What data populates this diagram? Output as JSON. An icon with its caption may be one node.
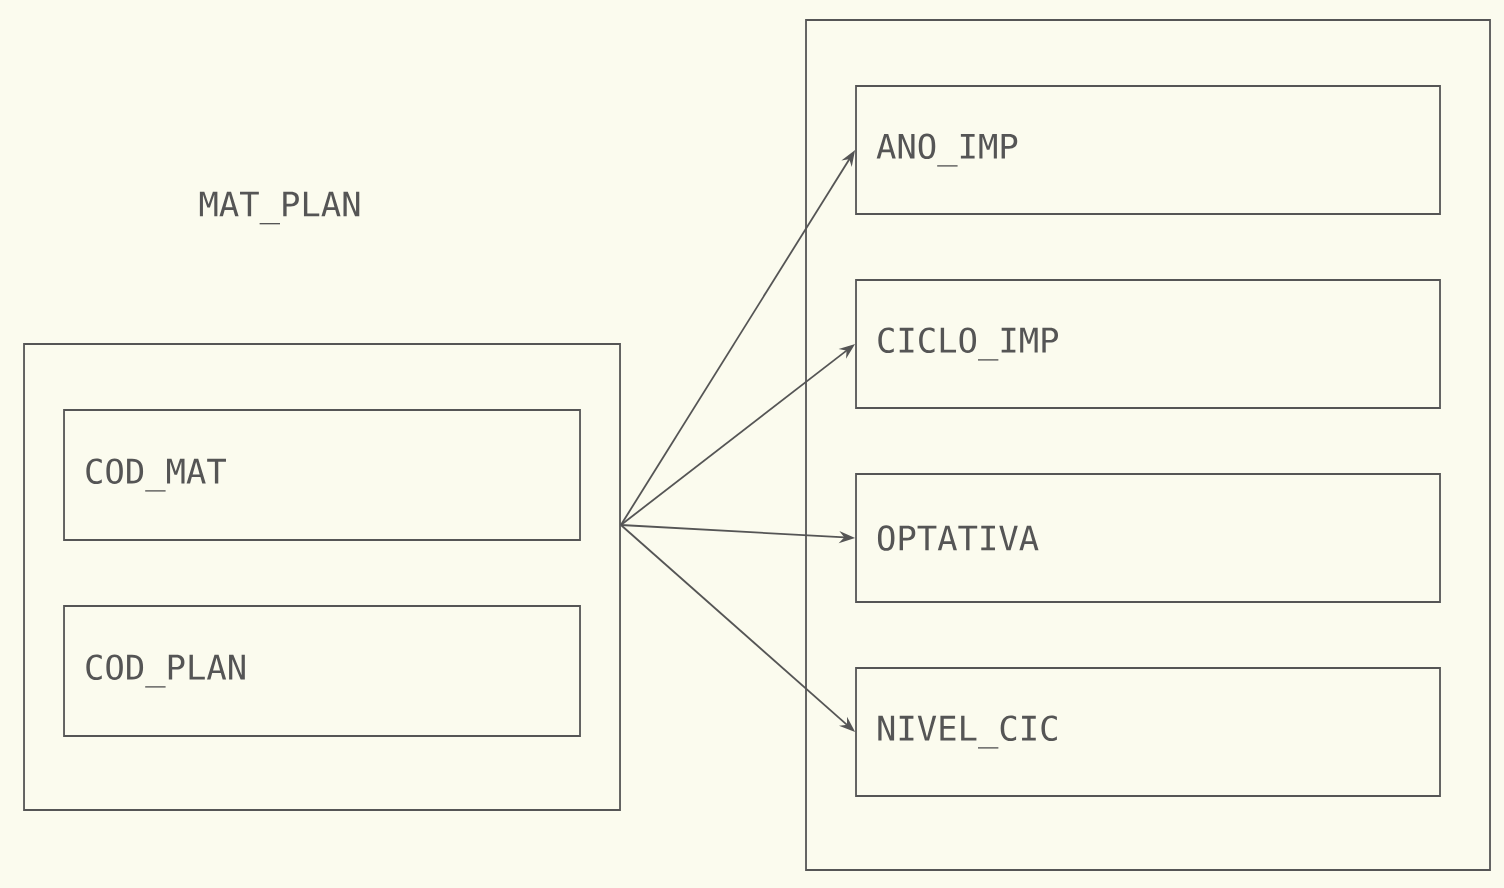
{
  "diagram": {
    "nodes": [
      {
        "text": [
          "MAT_PLAN"
        ]
      },
      {
        "text": [
          "COD_MAT"
        ],
        "in": 0
      },
      {
        "text": [
          "COD_PLAN"
        ],
        "in": 0
      },
      {
        "text": [],
        "shape": "box"
      },
      {
        "text": [
          "ANO_IMP"
        ],
        "in": 3
      },
      {
        "text": [
          "CICLO_IMP"
        ],
        "in": 3
      },
      {
        "text": [
          "OPTATIVA"
        ],
        "in": 3
      },
      {
        "text": [
          "NIVEL_CIC"
        ],
        "in": 3
      }
    ],
    "edges": [
      {
        "from": 0,
        "to": 4,
        "arrow": "to"
      },
      {
        "from": 0,
        "to": 5,
        "arrow": "to"
      },
      {
        "from": 0,
        "to": 6,
        "arrow": "to"
      },
      {
        "from": 0,
        "to": 7,
        "arrow": "to"
      }
    ]
  }
}
